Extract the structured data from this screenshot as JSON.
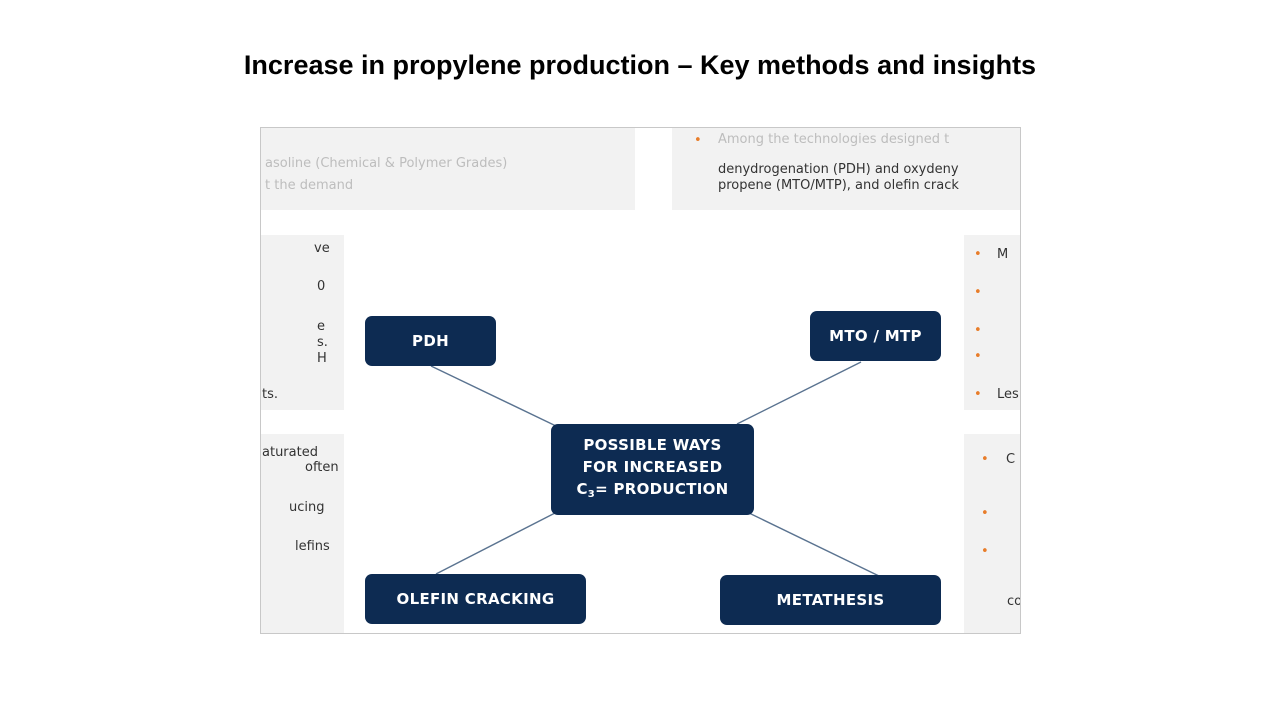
{
  "slide": {
    "title": "Increase in propylene production – Key methods and insights"
  },
  "diagram": {
    "center": {
      "line1": "POSSIBLE WAYS",
      "line2": "FOR INCREASED",
      "line3_prefix": "C",
      "line3_sub": "3",
      "line3_suffix": "= PRODUCTION"
    },
    "nodes": {
      "pdh": "PDH",
      "mto": "MTO / MTP",
      "olefin": "OLEFIN CRACKING",
      "metathesis": "METATHESIS"
    },
    "colors": {
      "node_bg": "#0d2b52",
      "link": "#5a7390",
      "bullet": "#e87d2a"
    }
  },
  "background_text": {
    "top_left": [
      "asoline (Chemical & Polymer Grades)",
      "t the demand"
    ],
    "top_right": [
      "Among the technologies designed t",
      "denydrogenation (PDH) and oxydeny",
      "propene (MTO/MTP), and olefin crack"
    ],
    "left_mid": [
      "ve",
      "0",
      "e",
      "s.",
      "H",
      "ts."
    ],
    "left_low": [
      "aturated",
      "often",
      "ucing",
      "lefins"
    ],
    "right_mid": [
      "M",
      "Les"
    ],
    "right_low": [
      "C",
      "co"
    ]
  }
}
